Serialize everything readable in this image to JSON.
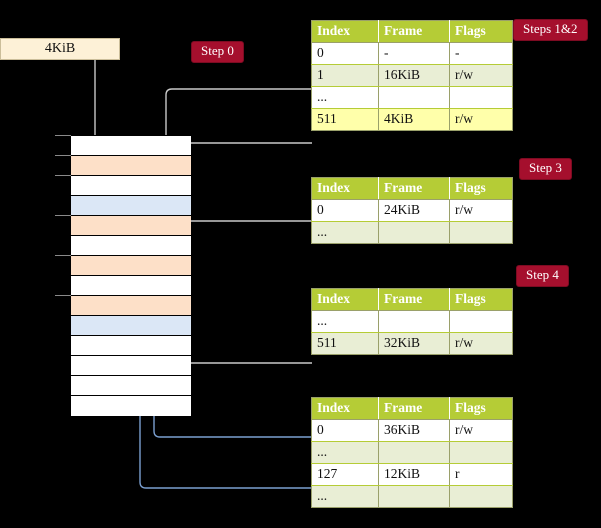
{
  "page": {
    "title": "Multi-level page table walk diagram",
    "background": "#000000"
  },
  "source_box": {
    "label": "4KiB"
  },
  "badges": [
    {
      "name": "step-0",
      "label": "Step 0"
    },
    {
      "name": "steps-1-and-2",
      "label": "Steps 1&2"
    },
    {
      "name": "step-3",
      "label": "Step 3"
    },
    {
      "name": "step-4",
      "label": "Step 4"
    }
  ],
  "colors": {
    "badge_bg": "#a50f2d",
    "header_green": "#b5cc36",
    "row_even": "#e9eed5",
    "row_highlight": "#ffffaa",
    "mem_orange": "#fde0c8",
    "mem_blue": "#dbe7f6",
    "frame_box": "#fdf1d7",
    "wire_gray": "#c9c9c9",
    "wire_blue": "#7a9fd0"
  },
  "memory_column": {
    "name": "physical-memory-column",
    "cells": [
      {
        "fill": "white"
      },
      {
        "fill": "orange"
      },
      {
        "fill": "white"
      },
      {
        "fill": "blue"
      },
      {
        "fill": "orange"
      },
      {
        "fill": "white"
      },
      {
        "fill": "orange"
      },
      {
        "fill": "white"
      },
      {
        "fill": "orange"
      },
      {
        "fill": "blue"
      },
      {
        "fill": "white"
      },
      {
        "fill": "white"
      },
      {
        "fill": "white"
      },
      {
        "fill": "white"
      }
    ],
    "ticks": [
      0,
      1,
      2,
      4,
      6,
      8
    ]
  },
  "tables": [
    {
      "name": "page-table-level-1",
      "columns": [
        "Index",
        "Frame",
        "Flags"
      ],
      "rows": [
        {
          "style": "odd",
          "cells": [
            "0",
            "-",
            "-"
          ]
        },
        {
          "style": "even",
          "cells": [
            "1",
            "16KiB",
            "r/w"
          ]
        },
        {
          "style": "odd",
          "cells": [
            "...",
            "",
            ""
          ]
        },
        {
          "style": "hl",
          "cells": [
            "511",
            "4KiB",
            "r/w"
          ]
        }
      ]
    },
    {
      "name": "page-table-level-2",
      "columns": [
        "Index",
        "Frame",
        "Flags"
      ],
      "rows": [
        {
          "style": "odd",
          "cells": [
            "0",
            "24KiB",
            "r/w"
          ]
        },
        {
          "style": "even",
          "cells": [
            "...",
            "",
            ""
          ]
        }
      ]
    },
    {
      "name": "page-table-level-3",
      "columns": [
        "Index",
        "Frame",
        "Flags"
      ],
      "rows": [
        {
          "style": "odd",
          "cells": [
            "...",
            "",
            ""
          ]
        },
        {
          "style": "even",
          "cells": [
            "511",
            "32KiB",
            "r/w"
          ]
        }
      ]
    },
    {
      "name": "page-table-level-4",
      "columns": [
        "Index",
        "Frame",
        "Flags"
      ],
      "rows": [
        {
          "style": "odd",
          "cells": [
            "0",
            "36KiB",
            "r/w"
          ]
        },
        {
          "style": "even",
          "cells": [
            "...",
            "",
            ""
          ]
        },
        {
          "style": "odd",
          "cells": [
            "127",
            "12KiB",
            "r"
          ]
        },
        {
          "style": "even",
          "cells": [
            "...",
            "",
            ""
          ]
        }
      ]
    }
  ]
}
